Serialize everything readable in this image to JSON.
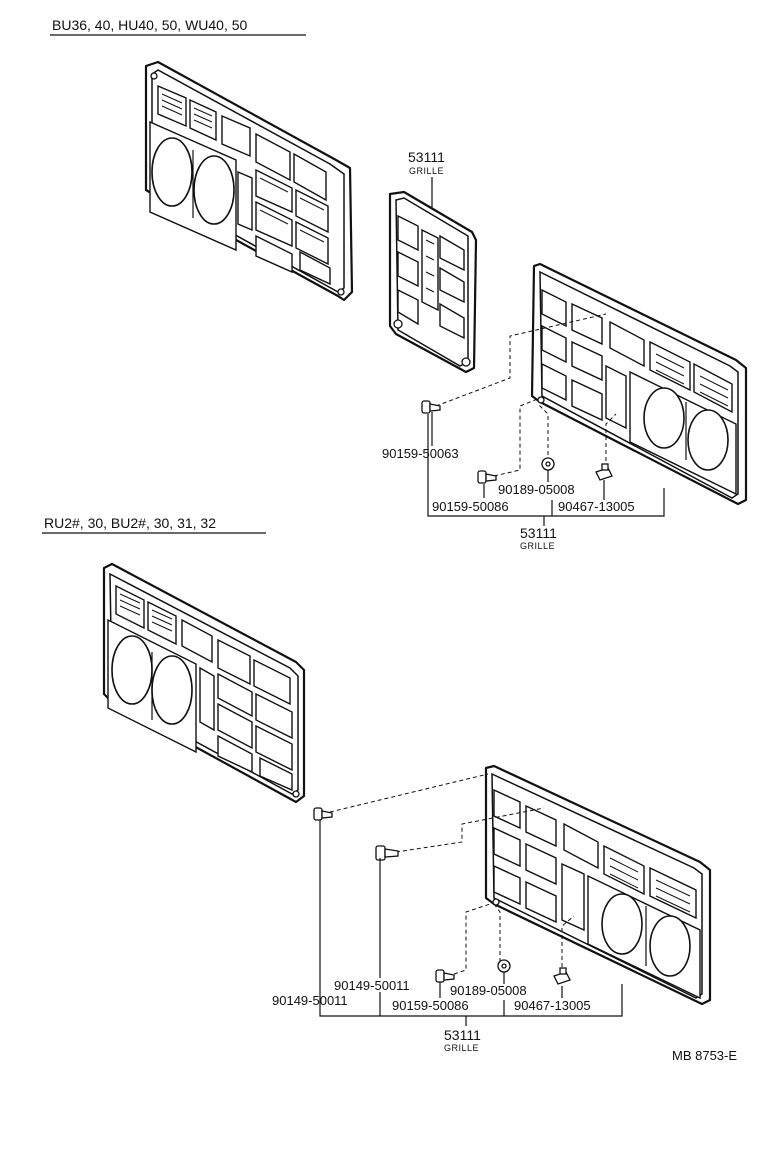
{
  "sections": [
    {
      "header": "BU36, 40, HU40, 50, WU40, 50",
      "labels": {
        "grille_upper": {
          "number": "53111",
          "name": "GRILLE"
        },
        "screw_a": "90159-50063",
        "nut": "90189-05008",
        "screw_b": "90159-50086",
        "clip": "90467-13005",
        "grille_lower": {
          "number": "53111",
          "name": "GRILLE"
        }
      }
    },
    {
      "header": "RU2#, 30, BU2#, 30, 31, 32",
      "labels": {
        "screw_c": "90149-50011",
        "screw_d": "90149-50011",
        "nut": "90189-05008",
        "screw_b": "90159-50086",
        "clip": "90467-13005",
        "grille_lower": {
          "number": "53111",
          "name": "GRILLE"
        }
      }
    }
  ],
  "figure_code": "MB 8753-E"
}
